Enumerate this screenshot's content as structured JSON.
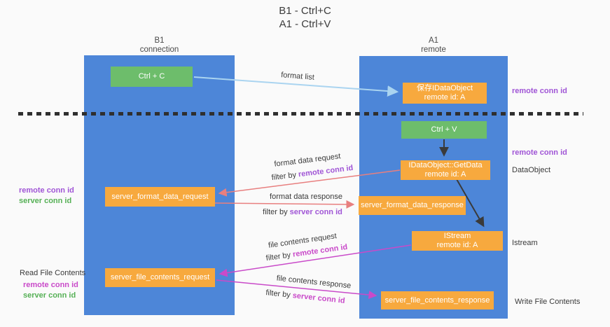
{
  "title": {
    "line1": "B1 - Ctrl+C",
    "line2": "A1 - Ctrl+V"
  },
  "lifelines": {
    "left": {
      "name": "B1",
      "role": "connection"
    },
    "right": {
      "name": "A1",
      "role": "remote"
    }
  },
  "boxes": {
    "ctrl_c": {
      "label": "Ctrl + C"
    },
    "save_obj": {
      "line1": "保存IDataObject",
      "line2": "remote id: A"
    },
    "ctrl_v": {
      "label": "Ctrl + V"
    },
    "getdata": {
      "line1": "IDataObject::GetData",
      "line2": "remote id: A"
    },
    "fmt_req": {
      "label": "server_format_data_request"
    },
    "fmt_resp": {
      "label": "server_format_data_response"
    },
    "istream": {
      "line1": "IStream",
      "line2": "remote id: A"
    },
    "file_req": {
      "label": "server_file_contents_request"
    },
    "file_resp": {
      "label": "server_file_contents_response"
    }
  },
  "side_labels": {
    "remote_conn_top": "remote conn id",
    "remote_conn_mid": "remote conn id",
    "dataobject": "DataObject",
    "istream": "Istream",
    "write_file": "Write File Contents",
    "read_file": "Read File Contents",
    "left_fmt_remote": "remote conn id",
    "left_fmt_server": "server conn id",
    "left_file_remote": "remote conn id",
    "left_file_server": "server conn id"
  },
  "arrow_labels": {
    "format_list": "format list",
    "fmt_req": "format data request",
    "fmt_req_filter_prefix": "filter by ",
    "fmt_req_filter_key": "remote conn id",
    "fmt_resp": "format data response",
    "fmt_resp_filter_prefix": "filter by ",
    "fmt_resp_filter_key": "server conn id",
    "file_req": "file contents request",
    "file_req_filter_prefix": "filter by ",
    "file_req_filter_key": "remote conn id",
    "file_resp": "file contents response",
    "file_resp_filter_prefix": "filter by ",
    "file_resp_filter_key": "server conn id"
  },
  "colors": {
    "lifeline_blue": "#4d86d8",
    "box_green": "#6dbd6b",
    "box_orange": "#f7a93e",
    "purple_label": "#a055d6",
    "green_label": "#55b055",
    "magenta_label": "#c94ac9",
    "salmon_arrow": "#e87f7f",
    "magenta_arrow": "#c94ac9",
    "light_blue_arrow": "#aad4f0",
    "black_arrow": "#3a3a3a"
  }
}
